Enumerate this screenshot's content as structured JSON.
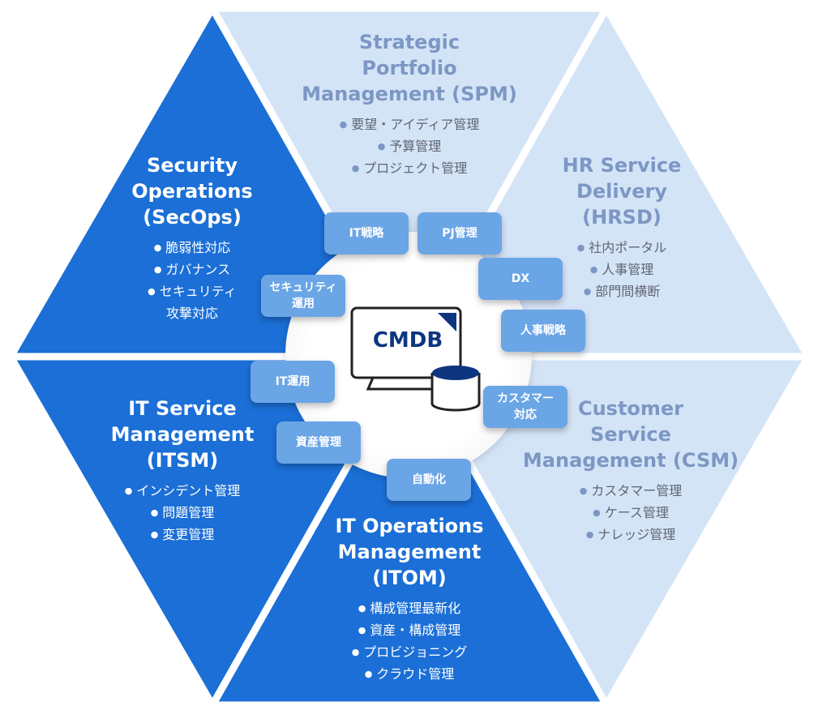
{
  "colors": {
    "dark": "#1b6fd6",
    "light": "#d4e4f7",
    "tag": "#6aa5e6",
    "cmdb": "#0d3580"
  },
  "segments": {
    "spm": {
      "title": "Strategic\nPortfolio\nManagement (SPM)",
      "items": [
        "要望・アイディア管理",
        "予算管理",
        "プロジェクト管理"
      ]
    },
    "hrsd": {
      "title": "HR Service\nDelivery\n(HRSD)",
      "items": [
        "社内ポータル",
        "人事管理",
        "部門間横断"
      ]
    },
    "csm": {
      "title": "Customer\nService\nManagement (CSM)",
      "items": [
        "カスタマー管理",
        "ケース管理",
        "ナレッジ管理"
      ]
    },
    "itom": {
      "title": "IT Operations\nManagement\n(ITOM)",
      "items": [
        "構成管理最新化",
        "資産・構成管理",
        "プロビジョニング",
        "クラウド管理"
      ]
    },
    "itsm": {
      "title": "IT Service\nManagement\n(ITSM)",
      "items": [
        "インシデント管理",
        "問題管理",
        "変更管理"
      ]
    },
    "secops": {
      "title": "Security\nOperations\n(SecOps)",
      "items": [
        "脆弱性対応",
        "ガバナンス",
        "セキュリティ\n攻撃対応"
      ]
    }
  },
  "tags": [
    "IT戦略",
    "PJ管理",
    "DX",
    "人事戦略",
    "セキュリティ\n運用",
    "IT運用",
    "カスタマー\n対応",
    "資産管理",
    "自動化"
  ],
  "center": {
    "label": "CMDB",
    "icon": "monitor-database-icon"
  }
}
